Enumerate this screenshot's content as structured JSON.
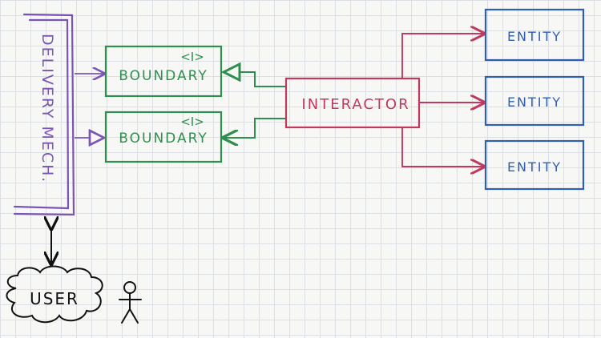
{
  "delivery": {
    "label": "DELIVERY MECH.",
    "color": "#7a55b5"
  },
  "boundaries": [
    {
      "stereotype": "<I>",
      "label": "BOUNDARY"
    },
    {
      "stereotype": "<I>",
      "label": "BOUNDARY"
    }
  ],
  "boundary_color": "#2e8f4e",
  "interactor": {
    "label": "INTERACTOR",
    "color": "#c0395f"
  },
  "entities": [
    {
      "label": "ENTITY"
    },
    {
      "label": "ENTITY"
    },
    {
      "label": "ENTITY"
    }
  ],
  "entity_color": "#2f5fb3",
  "user": {
    "label": "USER"
  },
  "ink_color": "#111111"
}
